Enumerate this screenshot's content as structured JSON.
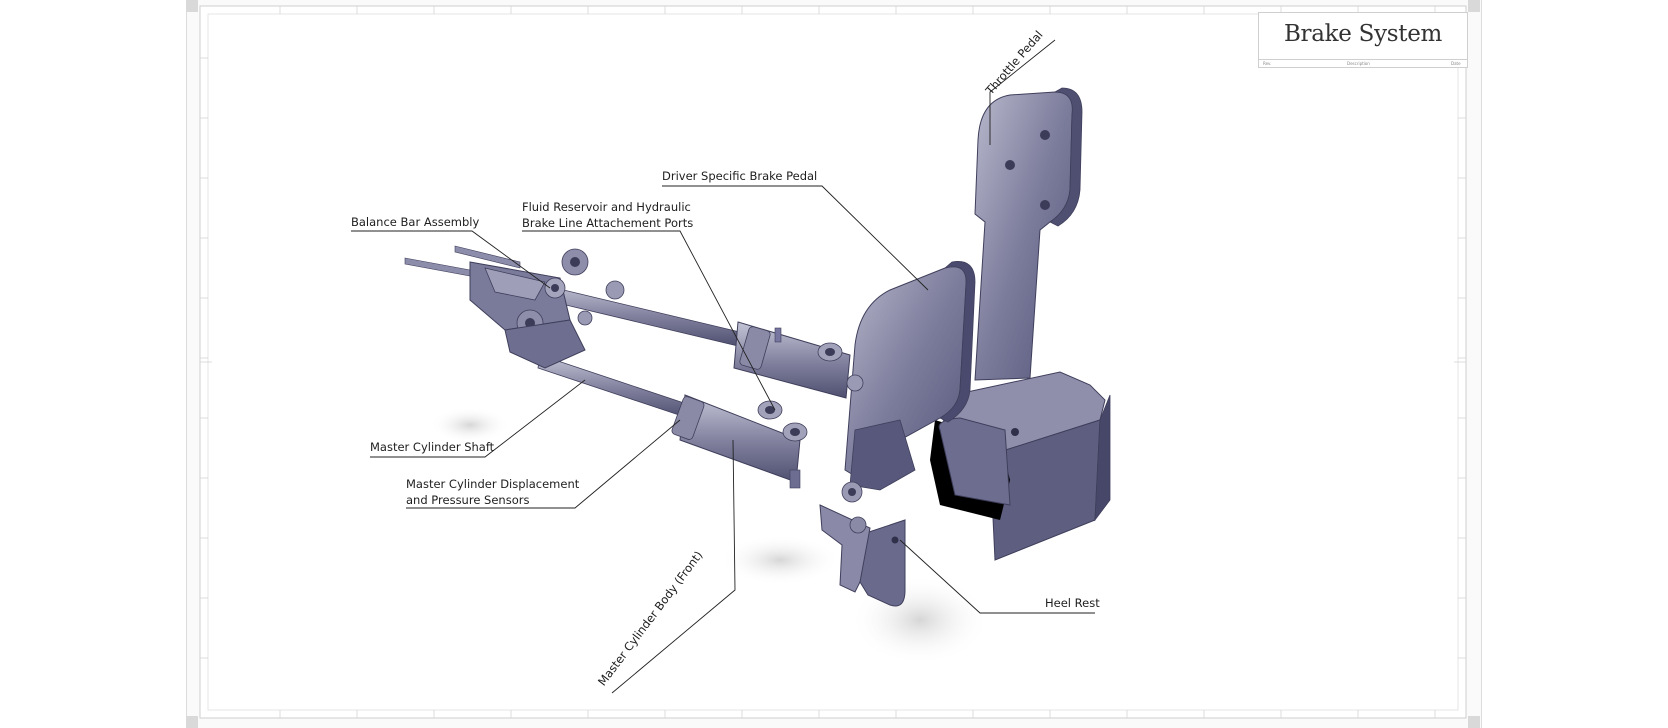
{
  "drawing": {
    "title": "Brake System",
    "title_block_fields": [
      "Rev.",
      "Description",
      "Date"
    ]
  },
  "callouts": {
    "throttle_pedal": "Throttle Pedal",
    "brake_pedal": "Driver Specific Brake Pedal",
    "fluid_reservoir_line1": "Fluid Reservoir and Hydraulic",
    "fluid_reservoir_line2": "Brake Line Attachement Ports",
    "balance_bar": "Balance Bar Assembly",
    "mc_shaft": "Master Cylinder Shaft",
    "mc_sensors_line1": "Master Cylinder Displacement",
    "mc_sensors_line2": "and Pressure Sensors",
    "mc_body": "Master Cylinder Body (Front)",
    "heel_rest": "Heel Rest"
  },
  "colors": {
    "part_fill": "#7a7a9a",
    "part_dark": "#4d4d6b",
    "part_light": "#b9b9cf",
    "leader": "#222222",
    "frame": "#d0d0d0"
  }
}
